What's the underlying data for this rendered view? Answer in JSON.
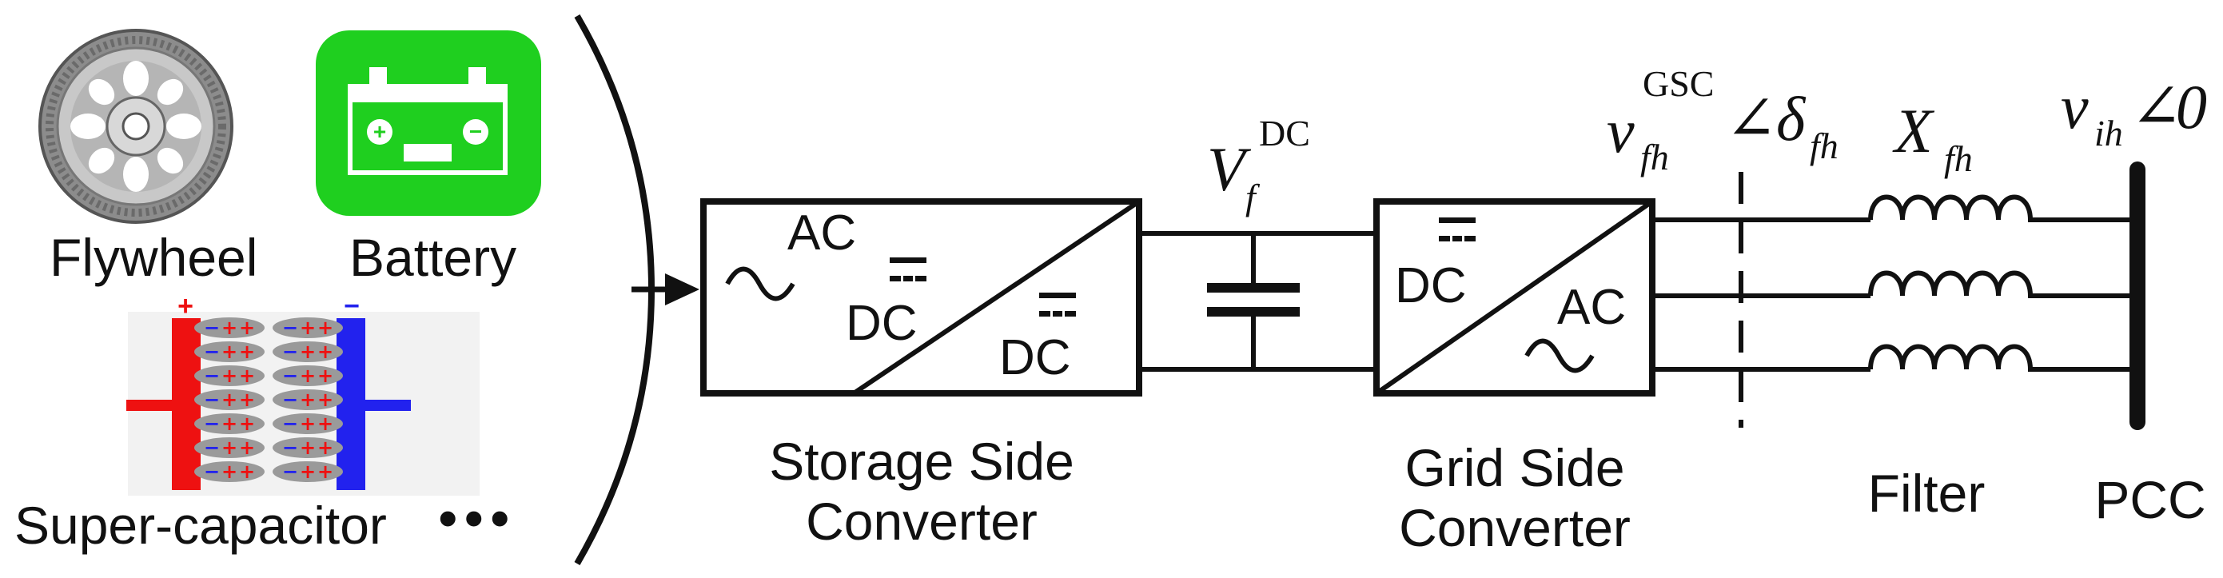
{
  "storage": {
    "flywheel_label": "Flywheel",
    "battery_label": "Battery",
    "supercap_label": "Super-capacitor",
    "more_label": "•••",
    "battery_plus": "+",
    "battery_minus": "−",
    "cap_plus": "+",
    "cap_minus": "−"
  },
  "converters": {
    "storage_side": {
      "line1": "Storage Side",
      "line2": "Converter",
      "ac": "AC",
      "dc_top": "DC",
      "dc_bottom": "DC"
    },
    "grid_side": {
      "line1": "Grid Side",
      "line2": "Converter",
      "dc": "DC",
      "ac": "AC"
    }
  },
  "dc_link": {
    "symbol": "V",
    "subscript": "f",
    "superscript": "DC"
  },
  "gsc_voltage": {
    "symbol": "v",
    "subscript": "fh",
    "superscript": "GSC",
    "angle": "∠",
    "delta": "δ",
    "delta_subscript": "fh"
  },
  "filter": {
    "symbol": "X",
    "subscript": "fh",
    "label": "Filter"
  },
  "pcc": {
    "symbol": "v",
    "subscript": "ih",
    "angle": "∠",
    "value": "0",
    "label": "PCC"
  },
  "colors": {
    "battery_bg": "#1fcf1f",
    "battery_body": "#ffffff",
    "cap_positive_plate": "#ee1111",
    "cap_negative_plate": "#2222ee",
    "flywheel_metal": "#a9a9a9",
    "line": "#111111"
  },
  "icons": [
    "flywheel-icon",
    "battery-icon",
    "supercapacitor-icon",
    "ac-source-icon",
    "dc-symbol-icon",
    "capacitor-icon",
    "inductor-icon"
  ]
}
